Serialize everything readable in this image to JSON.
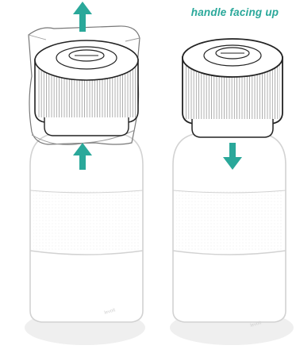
{
  "diagram": {
    "caption": "handle facing up",
    "caption_color": "#2aa89a",
    "arrow_color": "#2aa89a",
    "outline_color": "#222222",
    "faint_outline_color": "#d2d2d2",
    "steps": [
      {
        "name": "remove-old-filter",
        "arrows": [
          "up",
          "up"
        ]
      },
      {
        "name": "insert-new-filter",
        "arrows": [
          "down"
        ]
      }
    ]
  }
}
